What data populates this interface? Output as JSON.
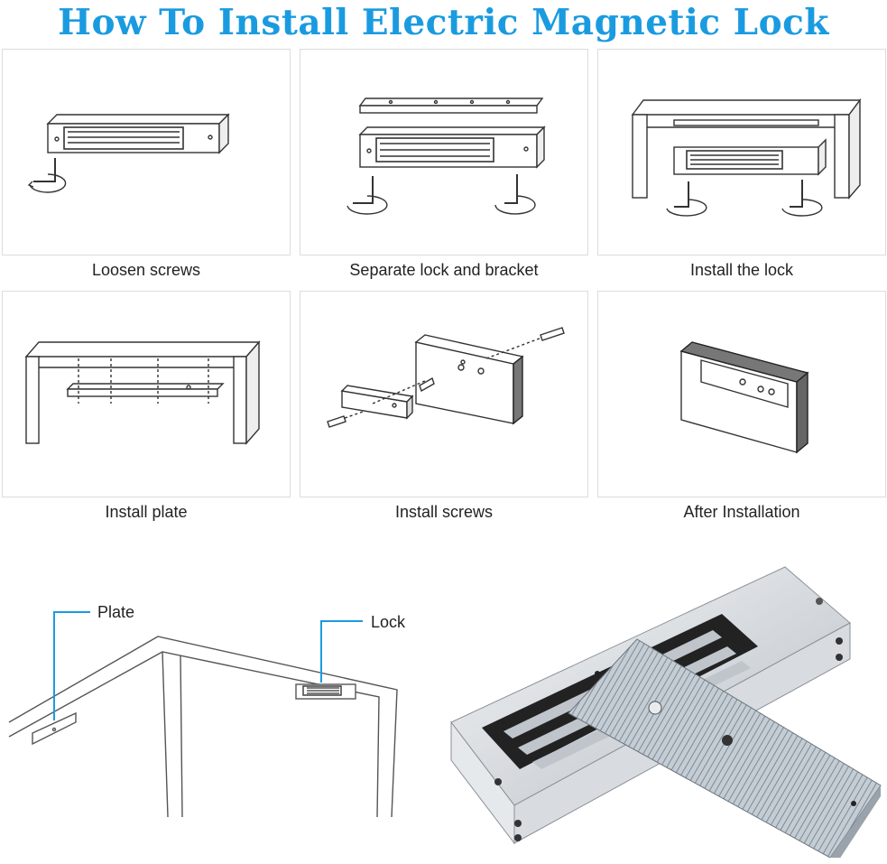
{
  "title": "How To Install Electric Magnetic Lock",
  "steps": [
    {
      "caption": "Loosen screws"
    },
    {
      "caption": "Separate lock and bracket"
    },
    {
      "caption": "Install the lock"
    },
    {
      "caption": "Install plate"
    },
    {
      "caption": "Install screws"
    },
    {
      "caption": "After Installation"
    }
  ],
  "callouts": {
    "plate": "Plate",
    "lock": "Lock"
  },
  "colors": {
    "title": "#1a9be0",
    "callout_line": "#1a9be0"
  }
}
